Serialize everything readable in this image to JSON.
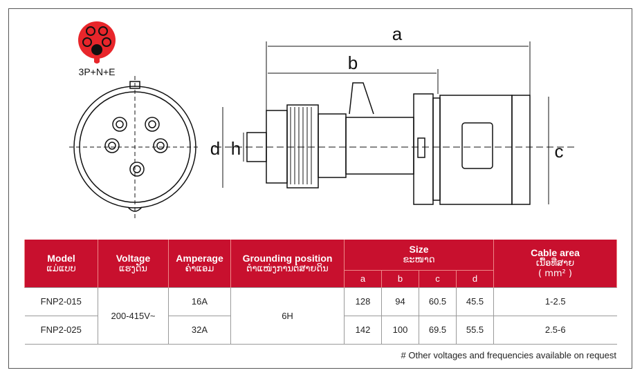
{
  "drawing": {
    "pin_config": "3P+N+E",
    "dims": {
      "a": "a",
      "b": "b",
      "c": "c",
      "d": "d",
      "h": "h"
    },
    "accent": "#e8262b"
  },
  "table": {
    "headers": [
      {
        "en": "Model",
        "lo": "ແມ່ແບບ"
      },
      {
        "en": "Voltage",
        "lo": "ແຮງດັນ"
      },
      {
        "en": "Amperage",
        "lo": "ຄ່າແອມ"
      },
      {
        "en": "Grounding position",
        "lo": "ຕຳແໜ່ງການຕໍ່ສາຍດິນ"
      },
      {
        "en": "Size",
        "lo": "ຂະໜາດ",
        "sub": [
          "a",
          "b",
          "c",
          "d"
        ]
      },
      {
        "en": "Cable area",
        "lo": "ເນື້ອທີ່ສາຍ",
        "unit": "( mm² )"
      }
    ],
    "voltage": "200-415V~",
    "grounding": "6H",
    "rows": [
      {
        "model": "FNP2-015",
        "amp": "16A",
        "a": "128",
        "b": "94",
        "c": "60.5",
        "d": "45.5",
        "cable": "1-2.5"
      },
      {
        "model": "FNP2-025",
        "amp": "32A",
        "a": "142",
        "b": "100",
        "c": "69.5",
        "d": "55.5",
        "cable": "2.5-6"
      }
    ],
    "header_color": "#c8102e"
  },
  "note": "# Other voltages and frequencies available on request"
}
